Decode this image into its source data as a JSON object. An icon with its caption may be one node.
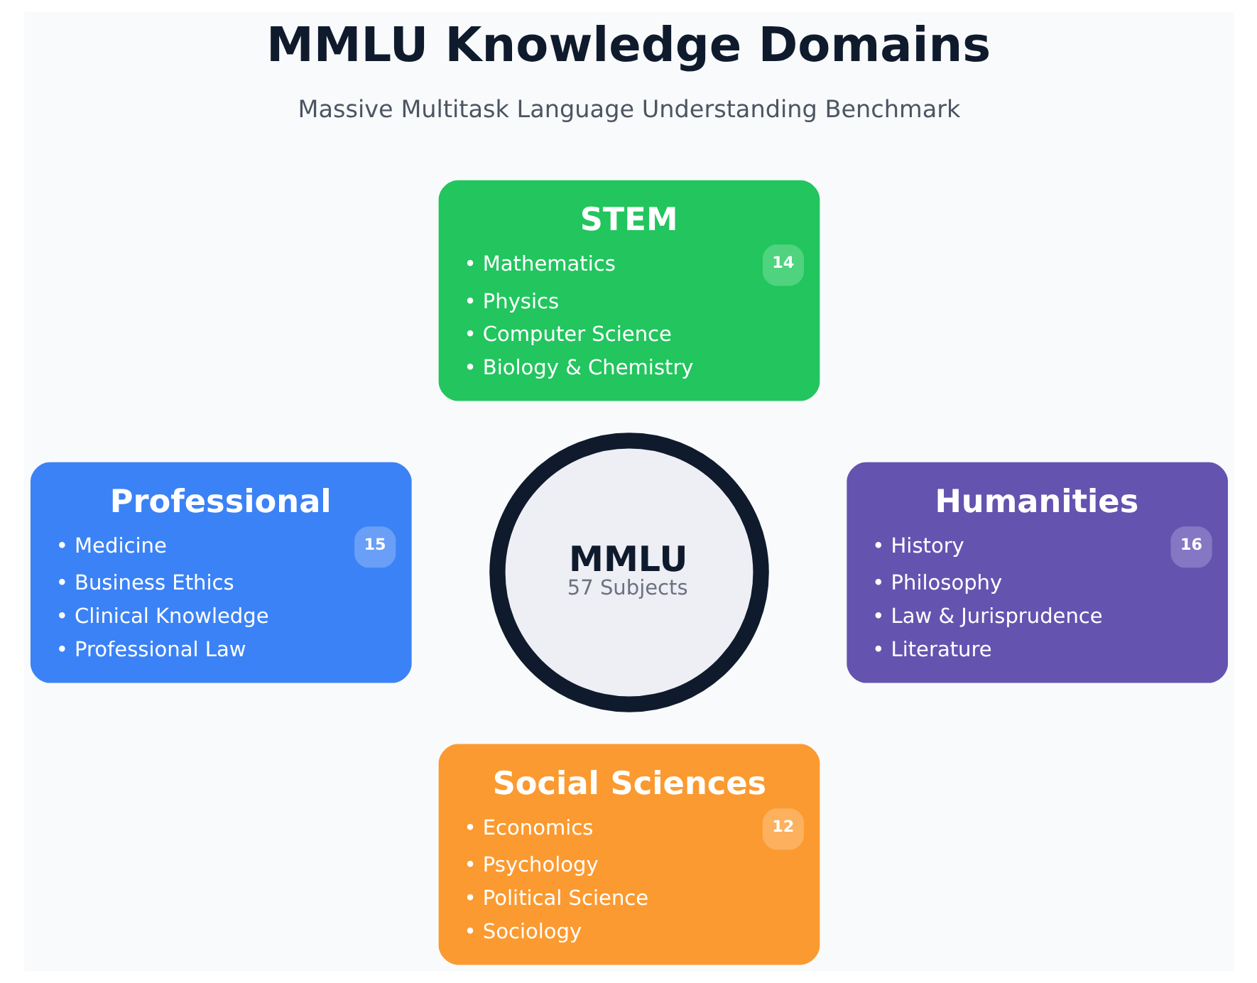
{
  "diagram": {
    "title": "MMLU Knowledge Domains",
    "nodes": [
      {
        "text": [
          "STEM",
          "• Mathematics",
          "• Physics",
          "• Computer Science",
          "• Biology & Chemistry",
          "14"
        ]
      },
      {
        "text": [
          "Professional",
          "• Medicine",
          "• Business Ethics",
          "• Clinical Knowledge",
          "• Professional Law",
          "15"
        ]
      },
      {
        "text": [
          "MMLU",
          "57 Subjects"
        ]
      },
      {
        "text": [
          "Humanities",
          "• History",
          "• Philosophy",
          "• Law & Jurisprudence",
          "• Literature",
          "16"
        ]
      },
      {
        "text": [
          "Social Sciences",
          "• Economics",
          "• Psychology",
          "• Political Science",
          "• Sociology",
          "12"
        ]
      }
    ],
    "labels": [
      "Massive Multitask Language Understanding Benchmark"
    ]
  }
}
